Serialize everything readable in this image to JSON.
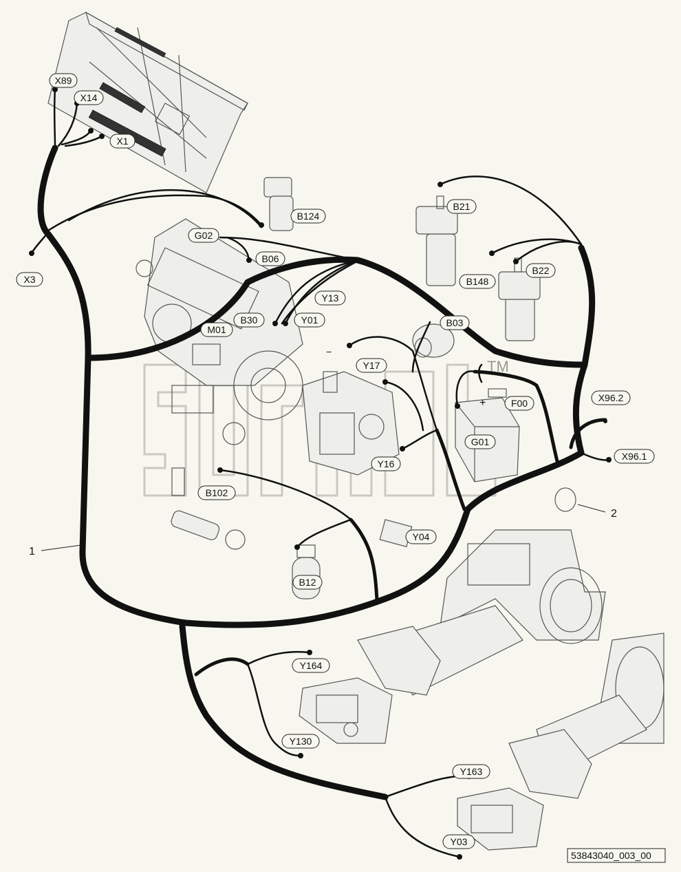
{
  "labels": {
    "X89": "X89",
    "X14": "X14",
    "X1": "X1",
    "X3": "X3",
    "B124": "B124",
    "G02": "G02",
    "B06": "B06",
    "Y13": "Y13",
    "Y01": "Y01",
    "B30": "B30",
    "M01": "M01",
    "B03": "B03",
    "Y17": "Y17",
    "B21": "B21",
    "B148": "B148",
    "B22": "B22",
    "F00": "F00",
    "G01": "G01",
    "X96_2": "X96.2",
    "X96_1": "X96.1",
    "Y16": "Y16",
    "B102": "B102",
    "Y04": "Y04",
    "B12": "B12",
    "Y164": "Y164",
    "Y130": "Y130",
    "Y163": "Y163",
    "Y03": "Y03"
  },
  "callouts": {
    "item1": "1",
    "item2": "2"
  },
  "battery_plus": "+",
  "battery_minus": "−",
  "trademark": "TM",
  "doc_id": "53843040_003_00",
  "colors": {
    "harness": "#111111",
    "background": "#f7f7ef",
    "watermark": "#c9c9c2"
  }
}
